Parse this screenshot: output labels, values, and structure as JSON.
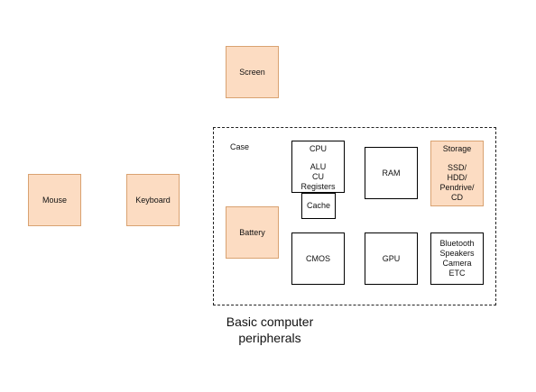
{
  "diagram": {
    "caption": "Basic computer\nperipherals",
    "case_label": "Case",
    "nodes": {
      "mouse": "Mouse",
      "keyboard": "Keyboard",
      "screen": "Screen",
      "battery": "Battery",
      "cpu_title": "CPU",
      "cpu_lines": [
        "ALU",
        "CU",
        "Registers"
      ],
      "cache": "Cache",
      "ram": "RAM",
      "storage_title": "Storage",
      "storage_lines": [
        "SSD/",
        "HDD/",
        "Pendrive/",
        "CD"
      ],
      "cmos": "CMOS",
      "gpu": "GPU",
      "other_lines": [
        "Bluetooth",
        "Speakers",
        "Camera",
        "ETC"
      ]
    }
  },
  "colors": {
    "peripheral_fill": "#fcdcc2",
    "peripheral_border": "#d9a271",
    "component_border": "#000000"
  }
}
